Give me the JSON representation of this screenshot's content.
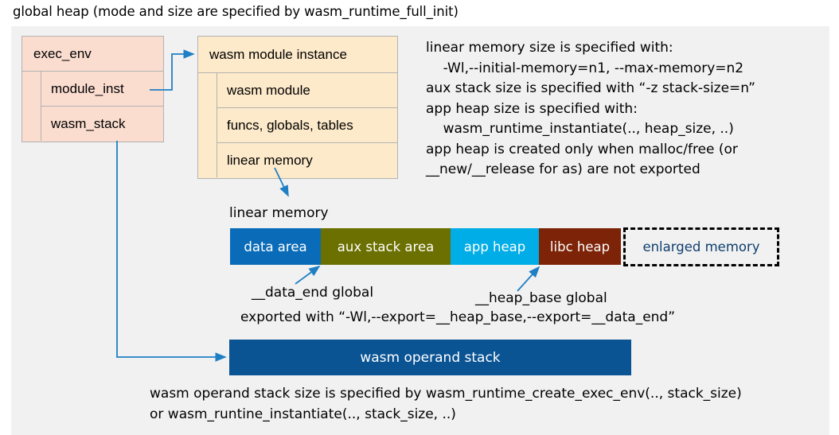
{
  "title": "global heap (mode and size are specified by wasm_runtime_full_init)",
  "colors": {
    "panel_bg": "#f1f1f1",
    "exec_env_fill": "#fbddd0",
    "module_fill": "#fdeaca",
    "box_border": "#b2b2b2",
    "arrow": "#1f7fc4",
    "data_area": "#0a6cb8",
    "aux_stack_area": "#6b7000",
    "app_heap": "#00ade6",
    "libc_heap": "#7c2308",
    "enlarged_memory_text": "#103f6e",
    "operand_stack": "#0a5494"
  },
  "exec_env": {
    "header": "exec_env",
    "rows": [
      "module_inst",
      "wasm_stack"
    ]
  },
  "wasm_module_instance": {
    "header": "wasm module instance",
    "rows": [
      "wasm module",
      "funcs, globals, tables",
      "linear memory"
    ]
  },
  "notes": "linear memory size is specified with:\n    -Wl,--initial-memory=n1, --max-memory=n2\naux stack size is specified with “-z stack-size=n”\napp heap size is specified with:\n    wasm_runtime_instantiate(.., heap_size, ..)\napp heap is created only when malloc/free (or\n__new/__release for as) are not exported",
  "linear_memory": {
    "label": "linear memory",
    "segments": [
      {
        "label": "data area",
        "color": "#0a6cb8",
        "width": 114,
        "style": "solid"
      },
      {
        "label": "aux stack area",
        "color": "#6b7000",
        "width": 163,
        "style": "solid"
      },
      {
        "label": "app heap",
        "color": "#00ade6",
        "width": 111,
        "style": "solid"
      },
      {
        "label": "libc heap",
        "color": "#7c2308",
        "width": 103,
        "style": "solid"
      },
      {
        "label": "enlarged memory",
        "color": "#f1f1f1",
        "width": 196,
        "style": "dashed"
      }
    ]
  },
  "annotations": {
    "data_end": "__data_end global",
    "heap_base": "__heap_base global",
    "exported": "exported with “-Wl,--export=__heap_base,--export=__data_end”"
  },
  "operand_stack": {
    "label": "wasm operand stack",
    "note": "wasm operand stack size is specified by wasm_runtime_create_exec_env(.., stack_size)\nor wasm_runtine_instantiate(.., stack_size, ..)"
  }
}
